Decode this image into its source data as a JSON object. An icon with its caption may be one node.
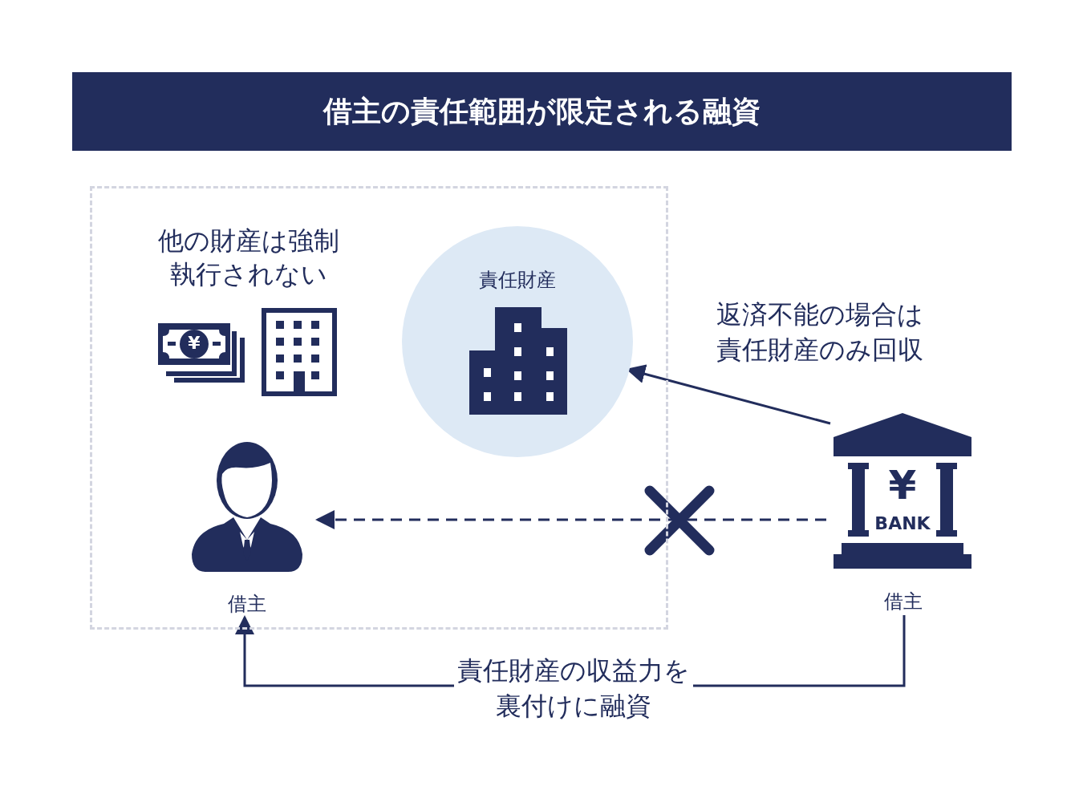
{
  "diagram": {
    "title": "借主の責任範囲が限定される融資",
    "nodes": [
      {
        "text": [],
        "shape": "box"
      },
      {
        "text": [
          "責任財産"
        ],
        "in": 0
      },
      {
        "text": [
          "借主"
        ],
        "in": 0
      },
      {
        "text": [
          "借主"
        ]
      }
    ],
    "edges": [
      {
        "from": 3,
        "to": 1,
        "arrow": "to",
        "label": "返済不能の場合は責任財産のみ回収"
      },
      {
        "from": 3,
        "to": 2,
        "arrow": "to",
        "style": "dashed"
      },
      {
        "from": 3,
        "to": 2,
        "arrow": "to",
        "label": "責任財産の収益力を裏付けに融資"
      }
    ],
    "labels": [
      "他の財産は強制執行されない",
      "¥",
      "¥",
      "BANK"
    ]
  }
}
